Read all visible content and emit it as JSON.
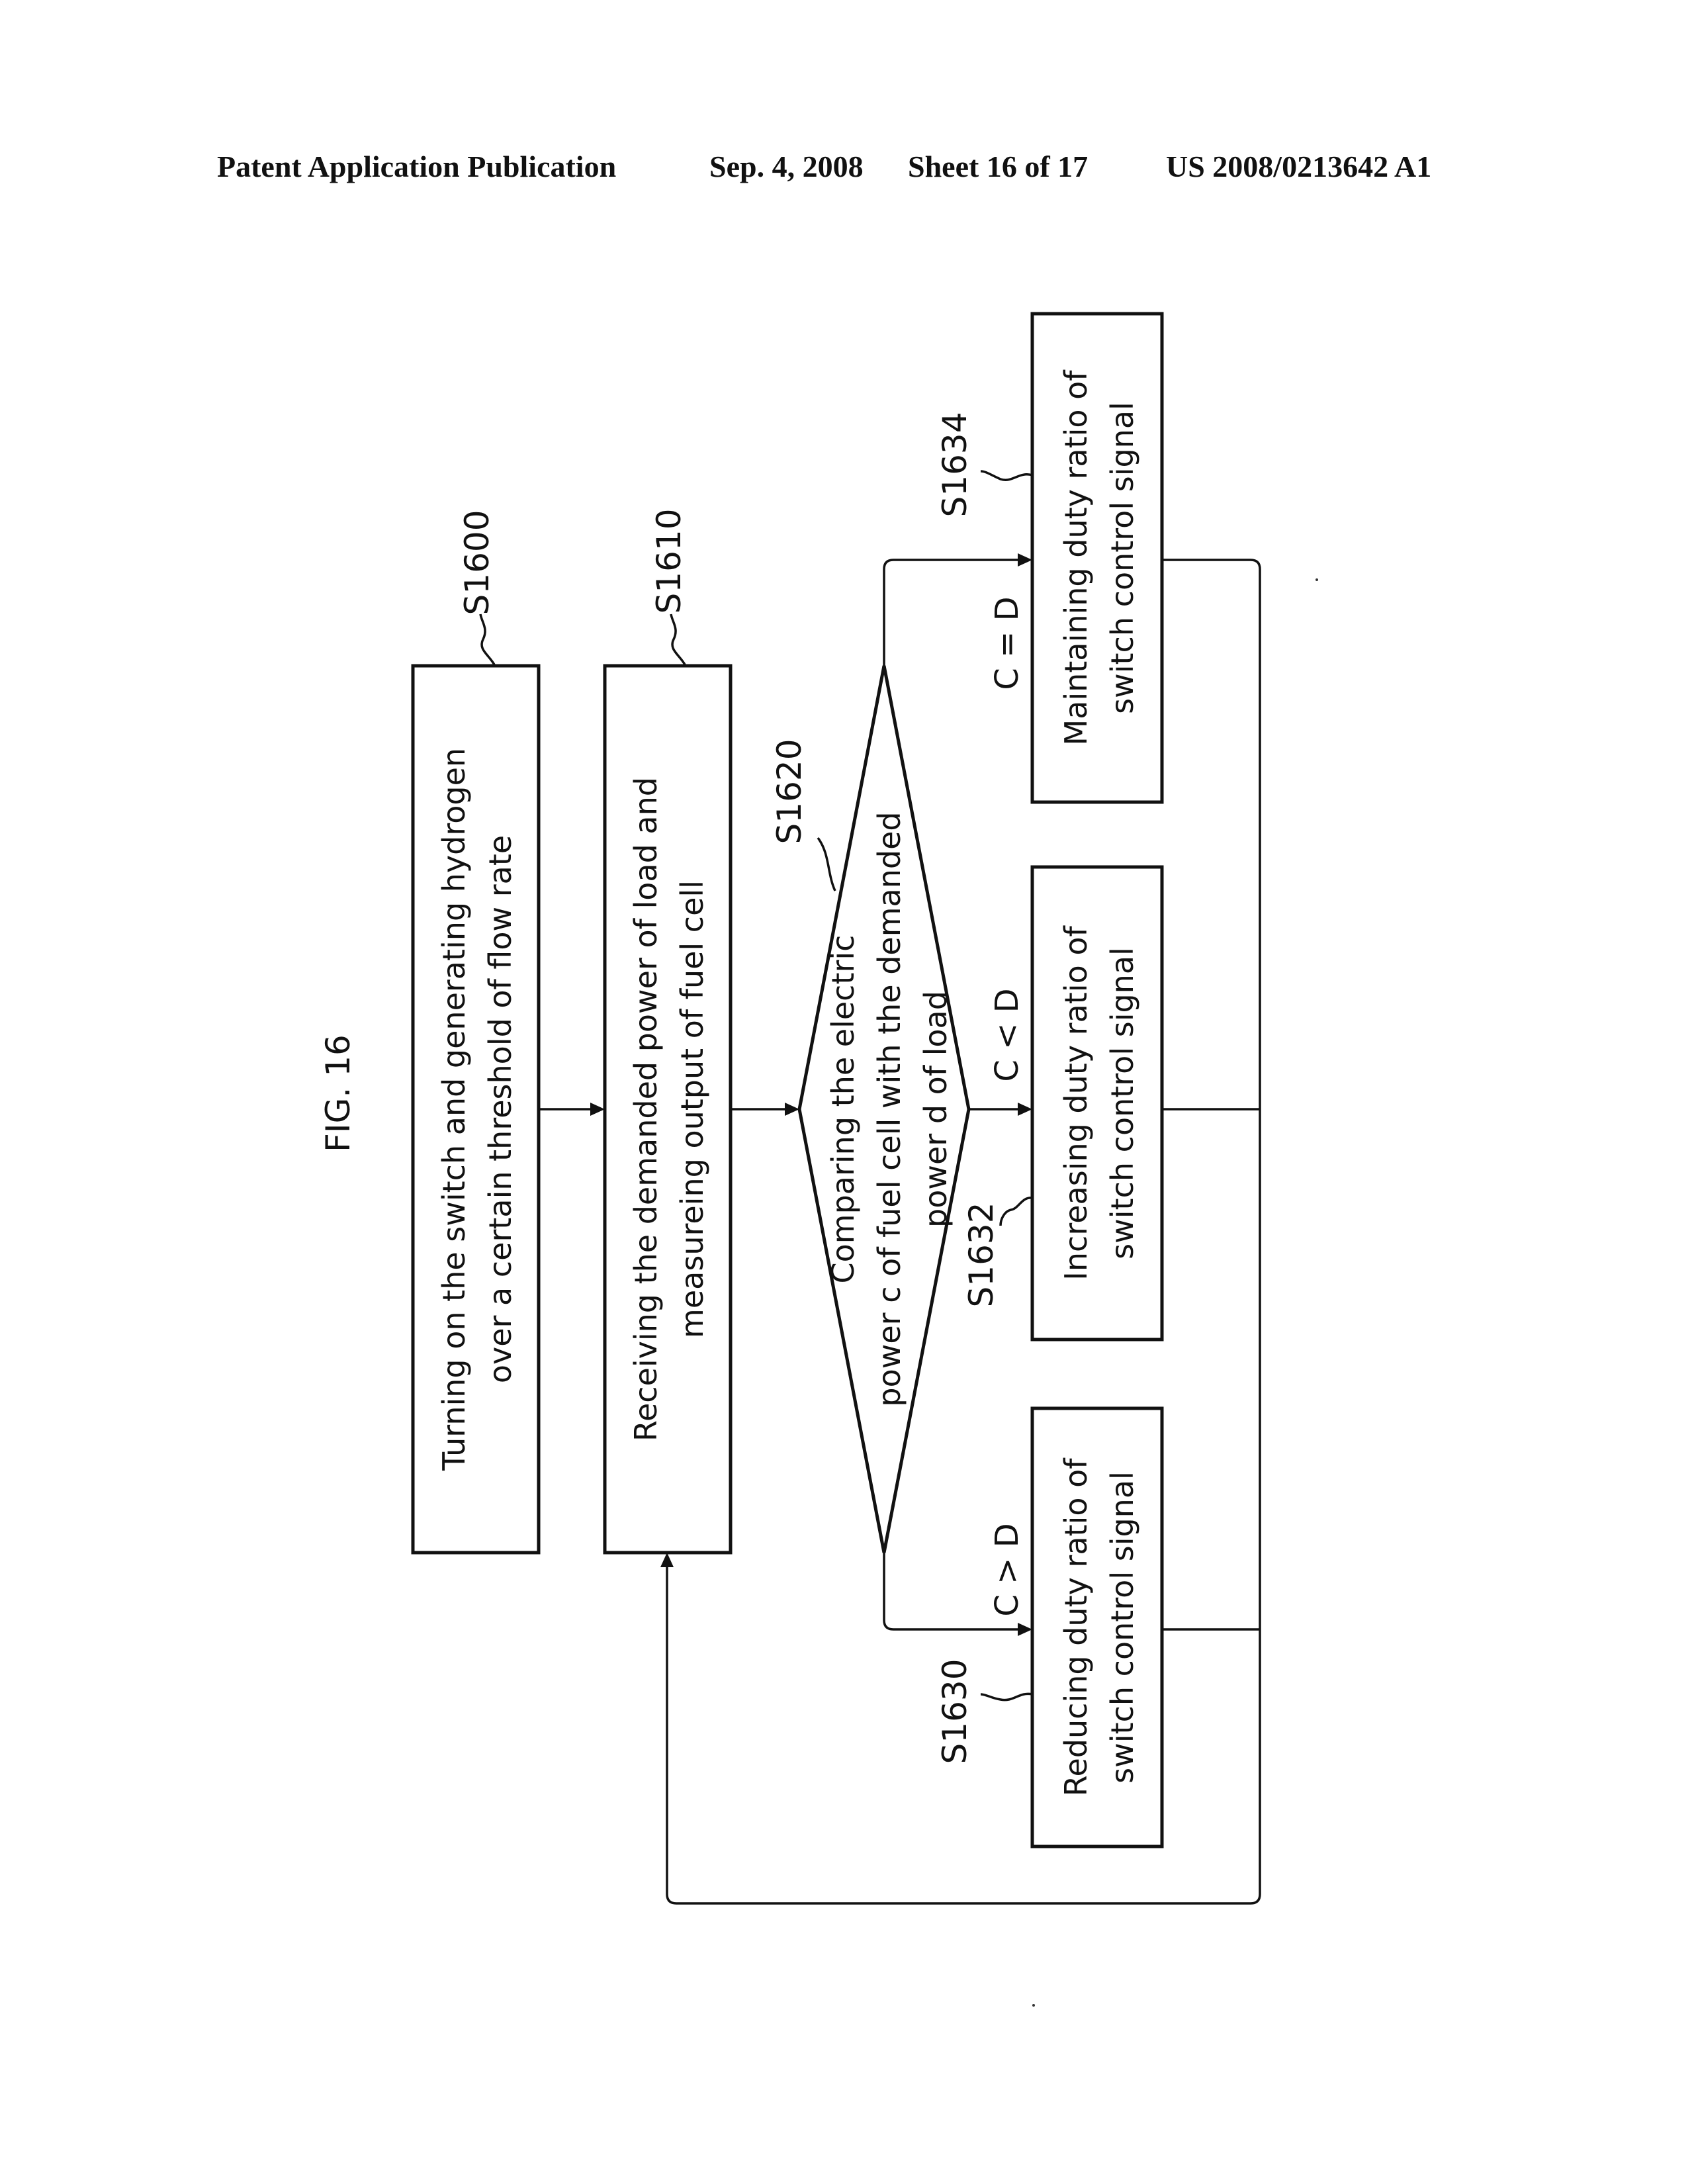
{
  "header": {
    "publication": "Patent Application Publication",
    "date": "Sep. 4, 2008",
    "sheet": "Sheet 16 of 17",
    "number": "US 2008/0213642 A1"
  },
  "figure": {
    "title": "FIG. 16",
    "steps": [
      {
        "id": "S1600",
        "lines": [
          "Turning on the switch and generating hydrogen",
          "over a certain threshold of flow rate"
        ]
      },
      {
        "id": "S1610",
        "lines": [
          "Receiving the demanded power of load and",
          "measureing output of fuel cell"
        ]
      },
      {
        "id": "S1620",
        "lines": [
          "Comparing the electric",
          "power c of fuel cell with the demanded",
          "power d of load"
        ]
      },
      {
        "id": "S1630",
        "lines": [
          "Reducing duty ratio of",
          "switch control signal"
        ]
      },
      {
        "id": "S1632",
        "lines": [
          "Increasing duty ratio of",
          "switch control signal"
        ]
      },
      {
        "id": "S1634",
        "lines": [
          "Maintaining duty ratio of",
          "switch control signal"
        ]
      }
    ],
    "conditions": [
      "C > D",
      "C < D",
      "C = D"
    ]
  }
}
